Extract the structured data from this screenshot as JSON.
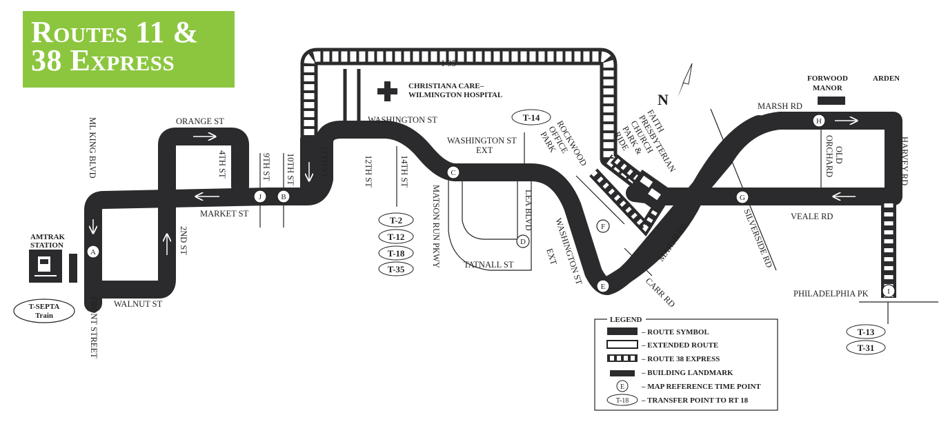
{
  "title": {
    "line1": "Routes 11 &",
    "line2": "38 Express"
  },
  "streets": {
    "orange_st": "ORANGE ST",
    "ml_king_blvd": "ML KING BLVD",
    "fourth_st": "4TH ST",
    "market_st": "MARKET ST",
    "second_st": "2ND ST",
    "walnut_st": "WALNUT ST",
    "front_street": "FRONT STREET",
    "ninth_st": "9TH ST",
    "tenth_st": "10TH ST",
    "eleventh_st": "11TH ST",
    "twelfth_st": "12TH ST",
    "fourteenth_st": "14TH ST",
    "i95": "I-95",
    "washington_st": "WASHINGTON ST",
    "washington_st_ext_1": "WASHINGTON ST",
    "washington_st_ext_2": "EXT",
    "matson_run_pkwy": "MATSON RUN PKWY",
    "lea_blvd": "LEA BLVD",
    "tatnall_st": "TATNALL ST",
    "washington_st_ext_diag_1": "WASHINGTON ST",
    "washington_st_ext_diag_2": "EXT",
    "rockwood_1": "ROCKWOOD",
    "rockwood_2": "OFFICE",
    "rockwood_3": "PARK",
    "faith_1": "FAITH",
    "faith_2": "PRESBYTERIAN",
    "faith_3": "CHURCH",
    "faith_4": "PARK &",
    "faith_5": "RIDE",
    "marsh_rd_diag": "MARSH RD",
    "carr_rd": "CARR RD",
    "silverside_rd": "SILVERSIDE RD",
    "veale_rd": "VEALE RD",
    "marsh_rd": "MARSH RD",
    "old_orchard_1": "OLD",
    "old_orchard_2": "ORCHARD",
    "harvey_rd": "HARVEY RD",
    "philadelphia_pk": "PHILADELPHIA PK"
  },
  "landmarks": {
    "hospital_1": "CHRISTIANA CARE–",
    "hospital_2": "WILMINGTON HOSPITAL",
    "amtrak_1": "AMTRAK",
    "amtrak_2": "STATION",
    "forwood_1": "FORWOOD",
    "forwood_2": "MANOR",
    "arden": "ARDEN",
    "north": "N"
  },
  "time_points": [
    "A",
    "B",
    "C",
    "D",
    "E",
    "F",
    "G",
    "H",
    "I",
    "J"
  ],
  "transfers": {
    "septa_1": "T-SEPTA",
    "septa_2": "Train",
    "t2": "T-2",
    "t12": "T-12",
    "t18": "T-18",
    "t35": "T-35",
    "t14": "T-14",
    "t13": "T-13",
    "t31": "T-31"
  },
  "legend": {
    "title": "LEGEND",
    "items": [
      "– ROUTE SYMBOL",
      "– EXTENDED ROUTE",
      "– ROUTE 38 EXPRESS",
      "– BUILDING LANDMARK",
      "– MAP REFERENCE TIME POINT",
      "– TRANSFER POINT TO RT 18"
    ],
    "sample_point": "E",
    "sample_transfer": "T-18"
  },
  "colors": {
    "route": "#2b2b2d",
    "title_bg": "#8cc63f",
    "title_text": "#ffffff",
    "ink": "#231f20"
  }
}
